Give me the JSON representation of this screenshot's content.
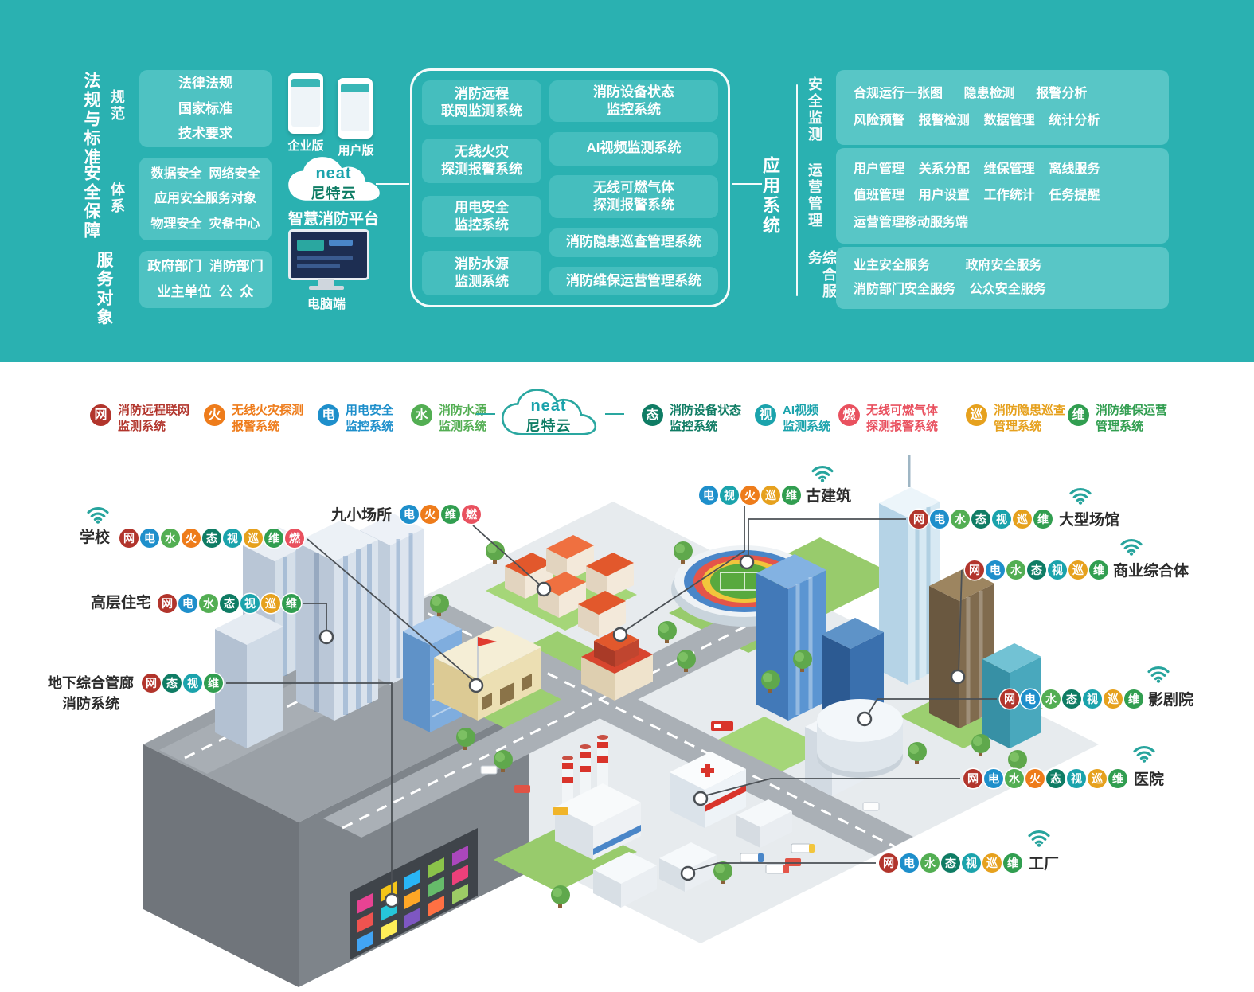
{
  "top_band": {
    "rows": [
      {
        "main": "法规与标准",
        "sub": "规范",
        "text": "法律法规\n国家标准\n技术要求"
      },
      {
        "main": "安全保障",
        "sub": "体系",
        "text": "数据安全  网络安全\n应用安全服务对象\n物理安全  灾备中心"
      },
      {
        "main": "服务对象",
        "sub": "",
        "text": "政府部门  消防部门\n业主单位  公  众"
      }
    ],
    "devices": {
      "phone1": "企业版",
      "phone2": "用户版",
      "pc": "电脑端"
    },
    "cloud": {
      "brand": "neat",
      "cn": "尼特云",
      "platform": "智慧消防平台"
    },
    "systems_left": [
      "消防远程\n联网监测系统",
      "无线火灾\n探测报警系统",
      "用电安全\n监控系统",
      "消防水源\n监测系统"
    ],
    "systems_right": [
      "消防设备状态\n监控系统",
      "AI视频监测系统",
      "无线可燃气体\n探测报警系统",
      "消防隐患巡查管理系统",
      "消防维保运营管理系统"
    ],
    "app": {
      "title": "应用系统",
      "groups": [
        {
          "label": "安全监测",
          "text": "合规运行一张图      隐患检测      报警分析\n风险预警    报警检测    数据管理    统计分析"
        },
        {
          "label": "运营管理",
          "text": "用户管理    关系分配    维保管理    离线服务\n值班管理    用户设置    工作统计    任务提醒\n运营管理移动服务端"
        },
        {
          "label": "综合服务",
          "text": "业主安全服务          政府安全服务\n消防部门安全服务    公众安全服务"
        }
      ]
    }
  },
  "legend": {
    "cloud": {
      "brand": "neat",
      "cn": "尼特云"
    },
    "items": [
      {
        "char": "网",
        "color": "#b2352c",
        "label": "消防远程联网\n监测系统"
      },
      {
        "char": "火",
        "color": "#ee7c1b",
        "label": "无线火灾探测\n报警系统"
      },
      {
        "char": "电",
        "color": "#1e8fcb",
        "label": "用电安全\n监控系统"
      },
      {
        "char": "水",
        "color": "#53ae53",
        "label": "消防水源\n监测系统"
      },
      {
        "char": "态",
        "color": "#0f7c64",
        "label": "消防设备状态\n监控系统"
      },
      {
        "char": "视",
        "color": "#1ba3ac",
        "label": "AI视频\n监测系统"
      },
      {
        "char": "燃",
        "color": "#e9515f",
        "label": "无线可燃气体\n探测报警系统"
      },
      {
        "char": "巡",
        "color": "#e6a11e",
        "label": "消防隐患巡查\n管理系统"
      },
      {
        "char": "维",
        "color": "#319e50",
        "label": "消防维保运营\n管理系统"
      }
    ]
  },
  "icon_colors": {
    "网": "#b2352c",
    "火": "#ee7c1b",
    "电": "#1e8fcb",
    "水": "#53ae53",
    "态": "#0f7c64",
    "视": "#1ba3ac",
    "燃": "#e9515f",
    "巡": "#e6a11e",
    "维": "#319e50"
  },
  "callouts": [
    {
      "name": "学校",
      "icons": [
        "网",
        "电",
        "水",
        "火",
        "态",
        "视",
        "巡",
        "维",
        "燃"
      ]
    },
    {
      "name": "九小场所",
      "icons": [
        "电",
        "火",
        "维",
        "燃"
      ]
    },
    {
      "name": "古建筑",
      "icons": [
        "电",
        "视",
        "火",
        "巡",
        "维"
      ]
    },
    {
      "name": "大型场馆",
      "icons": [
        "网",
        "电",
        "水",
        "态",
        "视",
        "巡",
        "维"
      ]
    },
    {
      "name": "高层住宅",
      "icons": [
        "网",
        "电",
        "水",
        "态",
        "视",
        "巡",
        "维"
      ]
    },
    {
      "name": "商业综合体",
      "icons": [
        "网",
        "电",
        "水",
        "态",
        "视",
        "巡",
        "维"
      ]
    },
    {
      "name": "地下综合管廊",
      "name2": "消防系统",
      "icons": [
        "网",
        "态",
        "视",
        "维"
      ]
    },
    {
      "name": "影剧院",
      "icons": [
        "网",
        "电",
        "水",
        "态",
        "视",
        "巡",
        "维"
      ]
    },
    {
      "name": "医院",
      "icons": [
        "网",
        "电",
        "水",
        "火",
        "态",
        "视",
        "巡",
        "维"
      ]
    },
    {
      "name": "工厂",
      "icons": [
        "网",
        "电",
        "水",
        "态",
        "视",
        "巡",
        "维"
      ]
    }
  ]
}
